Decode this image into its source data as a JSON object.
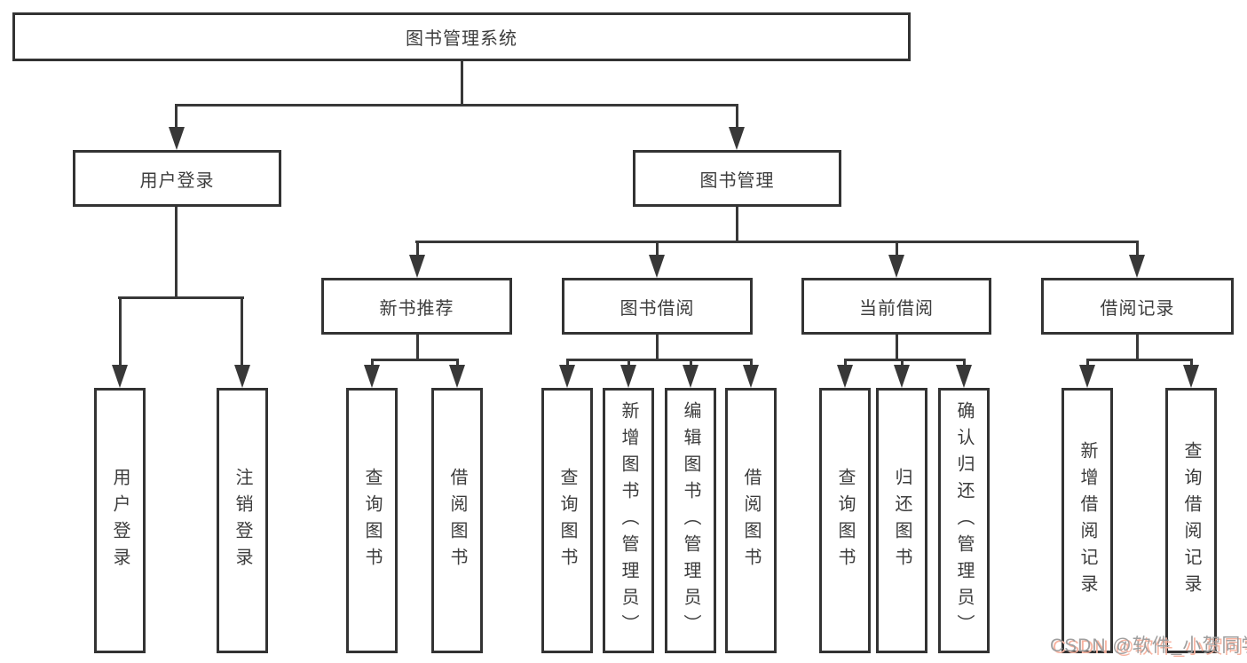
{
  "diagram": {
    "root": {
      "label": "图书管理系统"
    },
    "level2": [
      {
        "label": "用户登录"
      },
      {
        "label": "图书管理"
      }
    ],
    "level3": [
      {
        "label": "新书推荐"
      },
      {
        "label": "图书借阅"
      },
      {
        "label": "当前借阅"
      },
      {
        "label": "借阅记录"
      }
    ],
    "leaves": {
      "user_login": [
        "用户登录",
        "注销登录"
      ],
      "new_book_rec": [
        "查询图书",
        "借阅图书"
      ],
      "book_borrow": [
        "查询图书",
        "新增图书（管理员）",
        "编辑图书（管理员）",
        "借阅图书"
      ],
      "current_borrow": [
        "查询图书",
        "归还图书",
        "确认归还（管理员）"
      ],
      "borrow_record": [
        "新增借阅记录",
        "查询借阅记录"
      ]
    }
  },
  "watermark": {
    "text": "CSDN @软件_小贺同学"
  },
  "colors": {
    "line": "#383838",
    "box_border": "#333333",
    "text": "#3d3d3d",
    "watermark_gray": "#9f9f9f",
    "watermark_accent": "#f7b3a0"
  }
}
